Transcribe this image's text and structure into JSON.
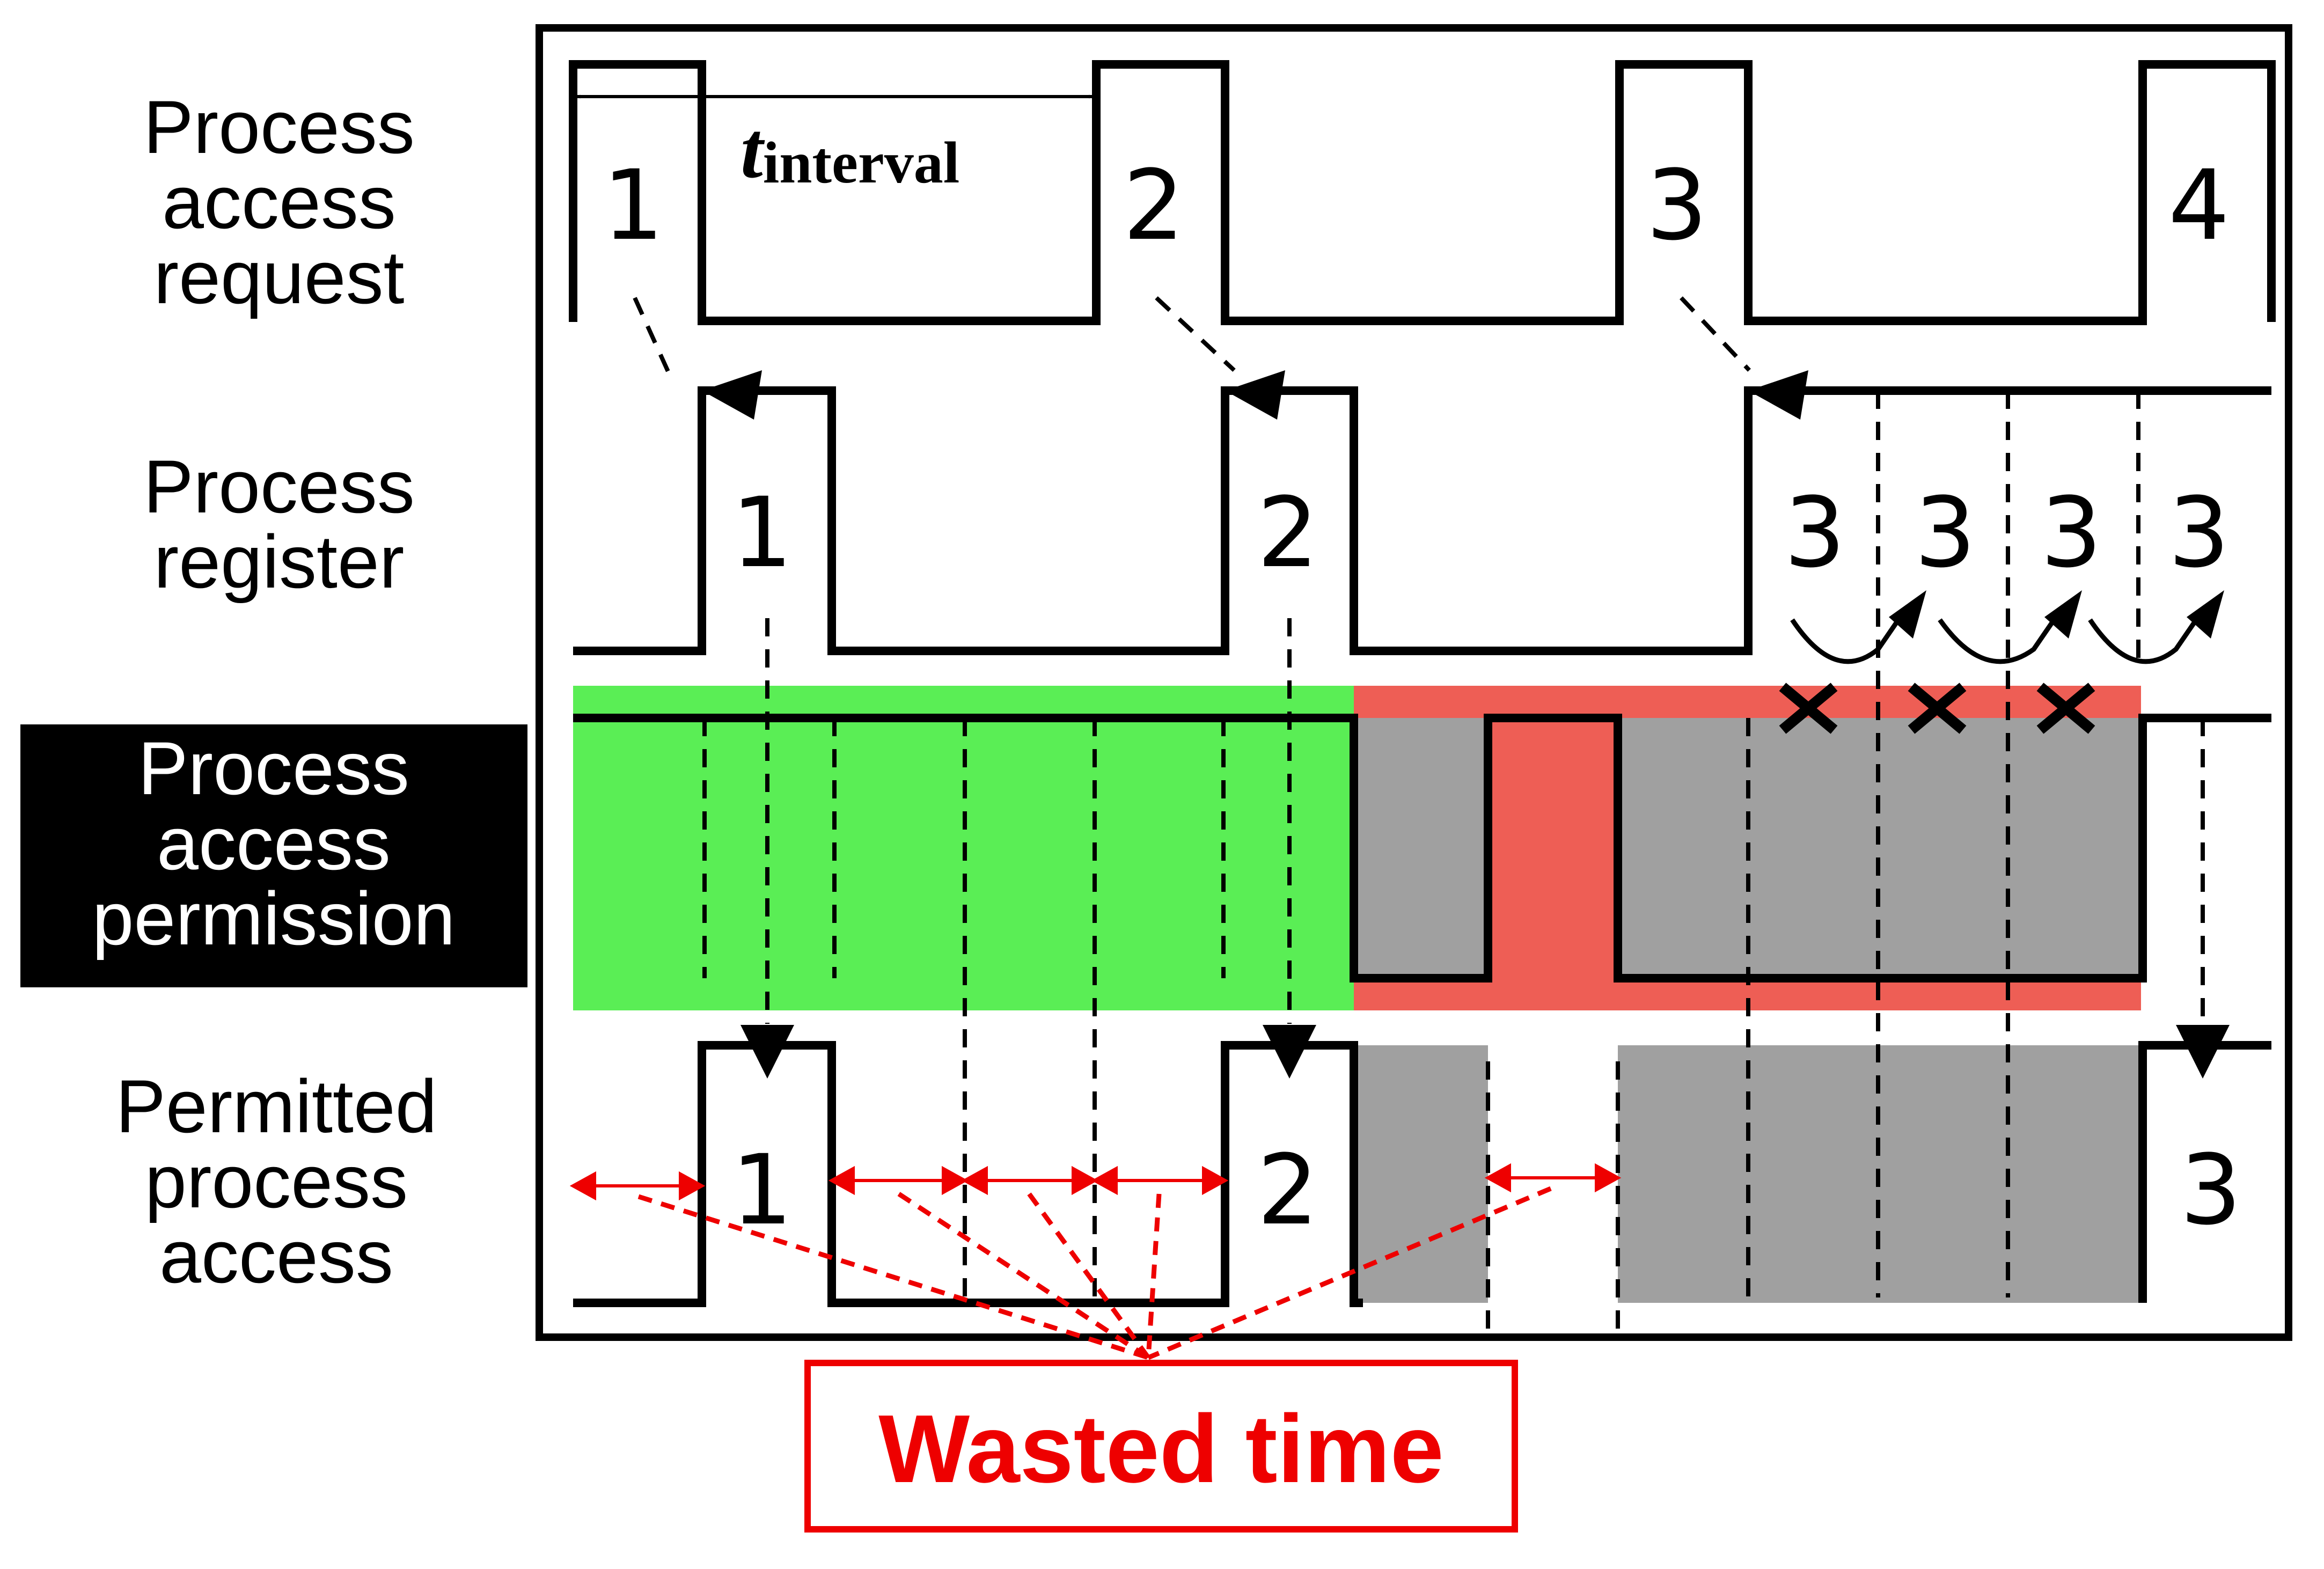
{
  "rows": {
    "request": [
      "Process",
      "access",
      "request"
    ],
    "register": [
      "Process",
      "register"
    ],
    "permission": [
      "Process",
      "access",
      "permission"
    ],
    "permitted": [
      "Permitted",
      "process",
      "access"
    ]
  },
  "request_pulses": [
    "1",
    "2",
    "3",
    "4"
  ],
  "register_pulses": [
    "1",
    "2",
    "3",
    "3",
    "3",
    "3"
  ],
  "permitted_pulses": [
    "1",
    "2",
    "3"
  ],
  "interval": {
    "symbol": "t",
    "subscript": "interval"
  },
  "wasted_label": "Wasted time",
  "colors": {
    "permitted_bg": "#5aee55",
    "denied_bg": "#ee5e55",
    "blocked": "#a0a0a0",
    "waste": "#ee0000",
    "line": "#000000",
    "highlight_label_bg": "#000000",
    "highlight_label_fg": "#ffffff"
  }
}
